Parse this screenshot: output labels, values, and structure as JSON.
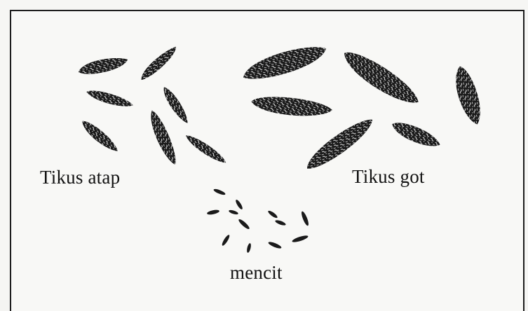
{
  "labels": {
    "roof_rat": "Tikus atap",
    "sewer_rat": "Tikus got",
    "mouse": "mencit"
  },
  "colors": {
    "ink": "#1a1a1a",
    "speckle": "#f2f2f2",
    "paper": "#f8f8f6"
  }
}
